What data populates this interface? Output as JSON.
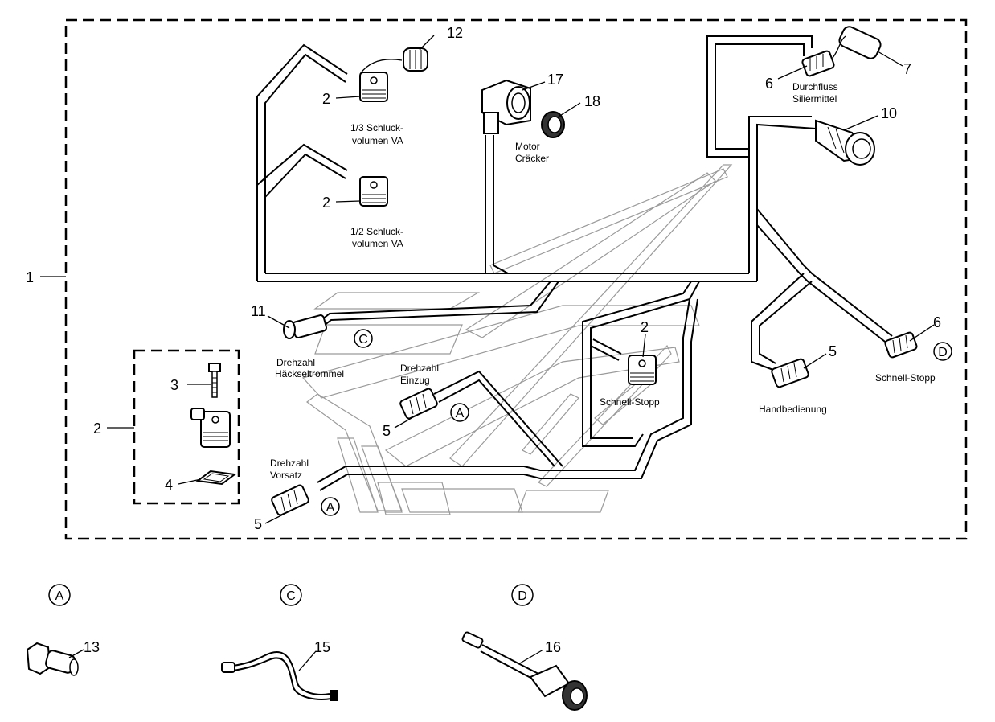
{
  "callouts": {
    "c1": "1",
    "c2a": "2",
    "c2b": "2",
    "c2c": "2",
    "c2d": "2",
    "c3": "3",
    "c4": "4",
    "c5a": "5",
    "c5b": "5",
    "c5c": "5",
    "c6a": "6",
    "c6b": "6",
    "c7": "7",
    "c10": "10",
    "c11": "11",
    "c12": "12",
    "c13": "13",
    "c15": "15",
    "c16": "16",
    "c17": "17",
    "c18": "18"
  },
  "labels": {
    "schluck13_l1": "1/3 Schluck-",
    "schluck13_l2": "volumen VA",
    "schluck12_l1": "1/2 Schluck-",
    "schluck12_l2": "volumen VA",
    "motor_l1": "Motor",
    "motor_l2": "Cräcker",
    "durchfluss_l1": "Durchfluss",
    "durchfluss_l2": "Siliermittel",
    "haeckseltrommel_l1": "Drehzahl",
    "haeckseltrommel_l2": "Häckseltrommel",
    "einzug_l1": "Drehzahl",
    "einzug_l2": "Einzug",
    "vorsatz_l1": "Drehzahl",
    "vorsatz_l2": "Vorsatz",
    "schnellstopp_center": "Schnell-Stopp",
    "schnellstopp_right": "Schnell-Stopp",
    "handbedienung": "Handbedienung"
  },
  "refs": {
    "a1": "A",
    "a2": "A",
    "c1": "C",
    "d1": "D",
    "legend_a": "A",
    "legend_c": "C",
    "legend_d": "D"
  }
}
